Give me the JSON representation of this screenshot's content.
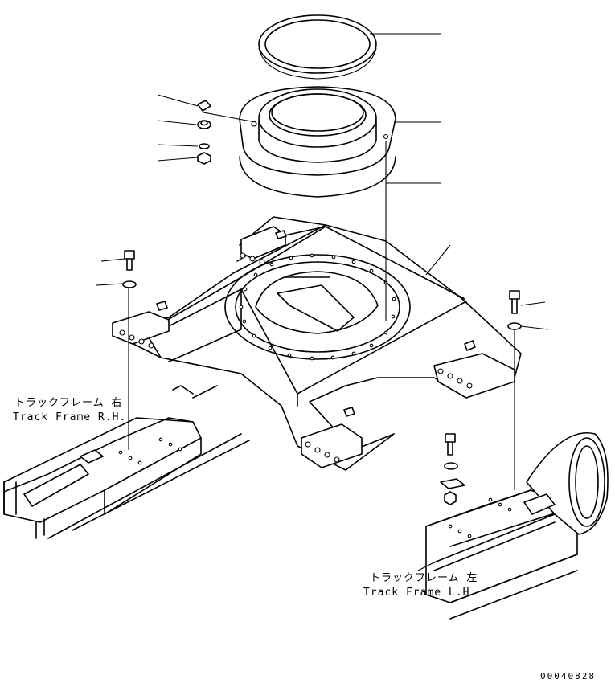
{
  "labels": {
    "track_frame_rh_jp": "トラックフレーム 右",
    "track_frame_rh_en": "Track Frame R.H.",
    "track_frame_lh_jp": "トラックフレーム 左",
    "track_frame_lh_en": "Track Frame L.H."
  },
  "document_number": "00040828",
  "colors": {
    "line": "#000000",
    "background": "#ffffff"
  }
}
